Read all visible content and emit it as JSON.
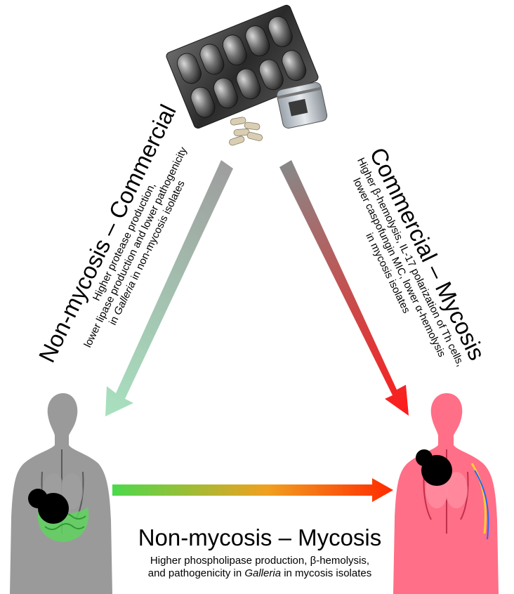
{
  "edges": {
    "left": {
      "title": "Non-mycosis – Commercial",
      "lines": [
        "Higher protease production,",
        "lower lipase production and lower pathogenicity",
        "in Galleria in non-mycosis isolates"
      ]
    },
    "right": {
      "title": "Commercial – Mycosis",
      "lines": [
        "Higher β-hemolysis, IL-17 polarization of Th cells,",
        "lower caspofungin MIC, lower α-hemolysis",
        "in mycosis isolates"
      ]
    },
    "bottom": {
      "title": "Non-mycosis – Mycosis",
      "line1": "Higher phospholipase production, β-hemolysis,",
      "line2_before": "and pathogenicity in ",
      "line2_italic": "Galleria",
      "line2_after": " in mycosis isolates"
    }
  },
  "italic_word": "Galleria",
  "colors": {
    "left_arrow_start": "#9e9e9e",
    "left_arrow_end": "#a8e0bf",
    "right_arrow_start": "#888888",
    "right_arrow_end": "#ff1a1a",
    "bottom_arrow_start": "#4cd94c",
    "bottom_arrow_mid": "#f0a020",
    "bottom_arrow_end": "#ff2a00",
    "body_grey": "#8c8c8c",
    "body_red": "#ff5f7a",
    "blister": "#3a3a3a"
  }
}
